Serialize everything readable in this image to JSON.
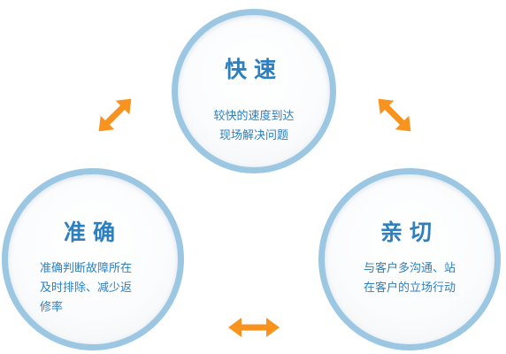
{
  "diagram": {
    "nodes": [
      {
        "id": "fast",
        "title": "快速",
        "desc": "较快的速度到达\n现场解决问题"
      },
      {
        "id": "accurate",
        "title": "准确",
        "desc": "准确判断故障所在\n及时排除、减少返\n修率"
      },
      {
        "id": "kind",
        "title": "亲切",
        "desc": "与客户多沟通、站\n在客户的立场行动"
      }
    ],
    "colors": {
      "circle_border": "#9cc7e3",
      "text": "#2d7fc0",
      "arrow": "#f7931e"
    },
    "arrows": [
      {
        "name": "double-arrow-icon",
        "between": [
          "accurate",
          "fast"
        ]
      },
      {
        "name": "double-arrow-icon",
        "between": [
          "fast",
          "kind"
        ]
      },
      {
        "name": "double-arrow-icon",
        "between": [
          "accurate",
          "kind"
        ]
      }
    ]
  }
}
